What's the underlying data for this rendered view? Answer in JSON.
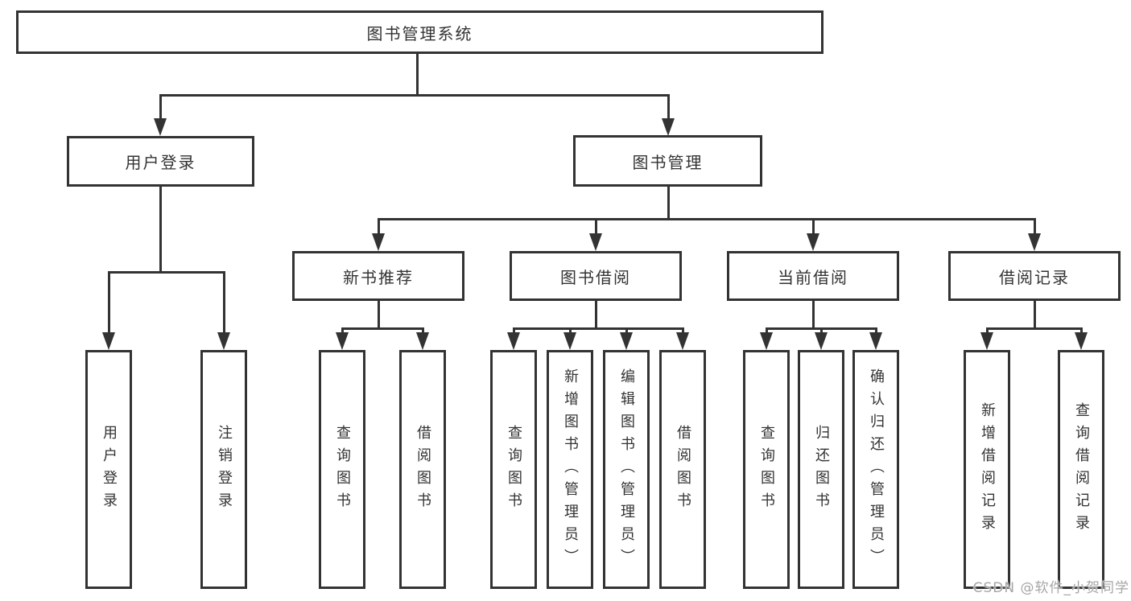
{
  "tree": {
    "root": {
      "label": "图书管理系统"
    },
    "branches": [
      {
        "label": "用户登录",
        "children": [
          {
            "label": "用户登录"
          },
          {
            "label": "注销登录"
          }
        ]
      },
      {
        "label": "图书管理",
        "children": [
          {
            "label": "新书推荐",
            "children": [
              {
                "label": "查询图书"
              },
              {
                "label": "借阅图书"
              }
            ]
          },
          {
            "label": "图书借阅",
            "children": [
              {
                "label": "查询图书"
              },
              {
                "label": "新增图书（管理员）"
              },
              {
                "label": "编辑图书（管理员）"
              },
              {
                "label": "借阅图书"
              }
            ]
          },
          {
            "label": "当前借阅",
            "children": [
              {
                "label": "查询图书"
              },
              {
                "label": "归还图书"
              },
              {
                "label": "确认归还（管理员）"
              }
            ]
          },
          {
            "label": "借阅记录",
            "children": [
              {
                "label": "新增借阅记录"
              },
              {
                "label": "查询借阅记录"
              }
            ]
          }
        ]
      }
    ]
  },
  "watermark": "CSDN @软件_小贺同学",
  "colors": {
    "line": "#333333",
    "text": "#333333",
    "background": "#ffffff",
    "watermark": "#a6a6a6"
  }
}
